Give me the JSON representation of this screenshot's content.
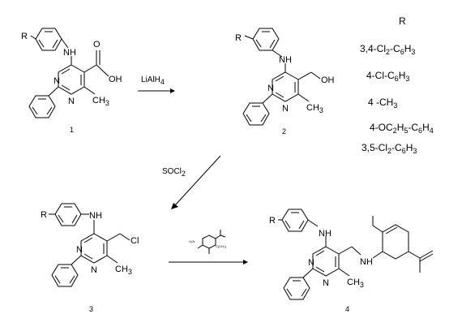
{
  "compounds": {
    "c1": {
      "number": "1",
      "r": "R",
      "nh": "NH",
      "oh": "OH",
      "o": "O",
      "n_a": "N",
      "n_b": "N",
      "me": "CH",
      "me_sub": "3"
    },
    "c2": {
      "number": "2",
      "r": "R",
      "nh": "NH",
      "oh": "OH",
      "n_a": "N",
      "n_b": "N",
      "me": "CH",
      "me_sub": "3"
    },
    "c3": {
      "number": "3",
      "r": "R",
      "nh": "NH",
      "cl": "Cl",
      "n_a": "N",
      "n_b": "N",
      "me": "CH",
      "me_sub": "3"
    },
    "c4": {
      "number": "4",
      "r": "R",
      "nh": "NH",
      "nh2": "NH",
      "n_a": "N",
      "n_b": "N",
      "me": "CH",
      "me_sub": "3"
    }
  },
  "reagents": {
    "step1": {
      "main": "LiAlH",
      "sub": "4"
    },
    "step2": {
      "main": "SOCl",
      "sub": "2"
    },
    "step3": {
      "label_left": "H₂N",
      "label_right": "C(CH₃)"
    }
  },
  "r_table": {
    "header": "R",
    "rows": [
      [
        {
          "t": "3,4-Cl"
        },
        {
          "t": "2",
          "s": 1
        },
        {
          "t": "-C"
        },
        {
          "t": "6",
          "s": 1
        },
        {
          "t": "H"
        },
        {
          "t": "3",
          "s": 1
        }
      ],
      [
        {
          "t": "4-Cl-C"
        },
        {
          "t": "6",
          "s": 1
        },
        {
          "t": "H"
        },
        {
          "t": "3",
          "s": 1
        }
      ],
      [
        {
          "t": "4 -CH"
        },
        {
          "t": "3",
          "s": 1
        }
      ],
      [
        {
          "t": "4-OC"
        },
        {
          "t": "2",
          "s": 1
        },
        {
          "t": "H"
        },
        {
          "t": "5",
          "s": 1
        },
        {
          "t": "-C"
        },
        {
          "t": "6",
          "s": 1
        },
        {
          "t": "H"
        },
        {
          "t": "4",
          "s": 1
        }
      ],
      [
        {
          "t": "3,5-Cl"
        },
        {
          "t": "2",
          "s": 1
        },
        {
          "t": "-C"
        },
        {
          "t": "6",
          "s": 1
        },
        {
          "t": "H"
        },
        {
          "t": "3",
          "s": 1
        }
      ]
    ]
  }
}
